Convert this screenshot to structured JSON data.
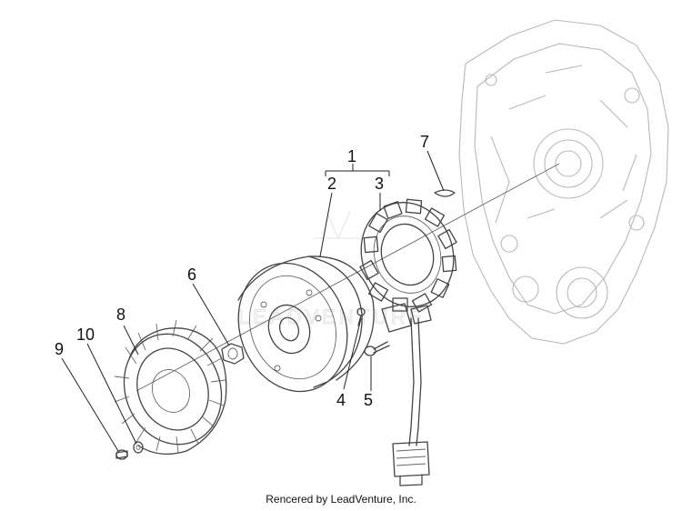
{
  "callouts": {
    "c1": "1",
    "c2": "2",
    "c3": "3",
    "c4": "4",
    "c5": "5",
    "c6": "6",
    "c7": "7",
    "c8": "8",
    "c9": "9",
    "c10": "10"
  },
  "watermark": "LEADVENTURE",
  "footer": "Rencered by LeadVenture, Inc."
}
